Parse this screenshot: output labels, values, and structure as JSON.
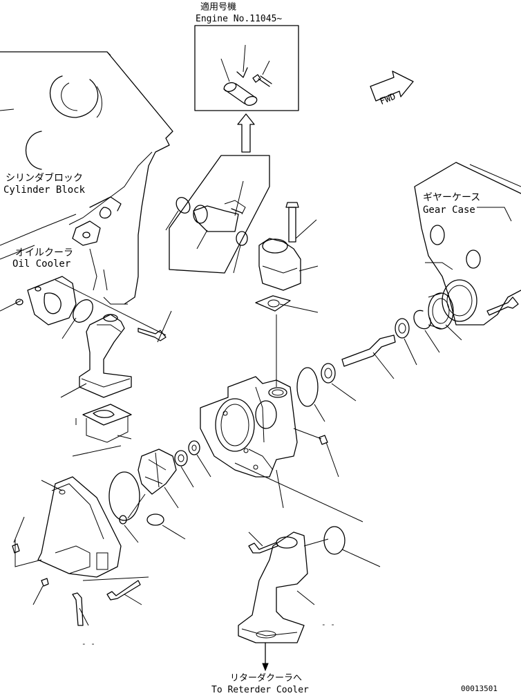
{
  "labels": {
    "applicable_jp": "適用号機",
    "applicable_en": "Engine No.11045~",
    "cylinder_block_jp": "シリンダブロック",
    "cylinder_block_en": "Cylinder Block",
    "oil_cooler_jp": "オイルクーラ",
    "oil_cooler_en": "Oil Cooler",
    "gear_case_jp": "ギヤーケース",
    "gear_case_en": "Gear Case",
    "retarder_jp": "リターダクーラへ",
    "retarder_en": "To Reterder Cooler",
    "fwd": "FWD",
    "drawing_number": "00013501"
  }
}
